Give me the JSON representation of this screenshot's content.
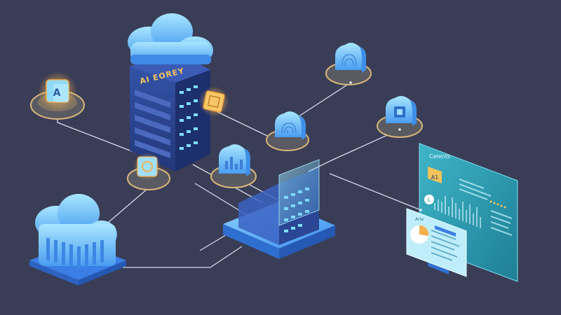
{
  "server_sign": "AI EOREY",
  "node_a_glyph": "A",
  "panel_title": "Celents",
  "panel_badge": "A1",
  "panel_icon_letter": "L",
  "card_title": "Aria",
  "colors": {
    "background": "#3a3d56",
    "connector": "#e6ecf5",
    "platform_ring": "#d9b57a",
    "platform_fill": "#5a5a63",
    "cloud_light": "#8fdaf8",
    "cloud_dark": "#3c86e6",
    "server_body": "#2b3f8a",
    "server_led": "#7ee0ff",
    "glow_orange": "#f4b04a",
    "panel_teal": "#2a9bb0"
  },
  "icons": {
    "top_right_node": "fingerprint-cloud-icon",
    "mid_right_node": "chip-cloud-icon",
    "center_node": "fingerprint-cloud-icon",
    "left_node": "letter-a-document-icon",
    "ai_chip_node": "ai-chip-icon",
    "bar_chart_node": "bar-chart-cloud-icon",
    "left_storage": "cloud-storage-icon",
    "main_server": "server-rack-icon",
    "center_hub": "server-hub-icon",
    "dashboard": "analytics-dashboard-icon"
  }
}
